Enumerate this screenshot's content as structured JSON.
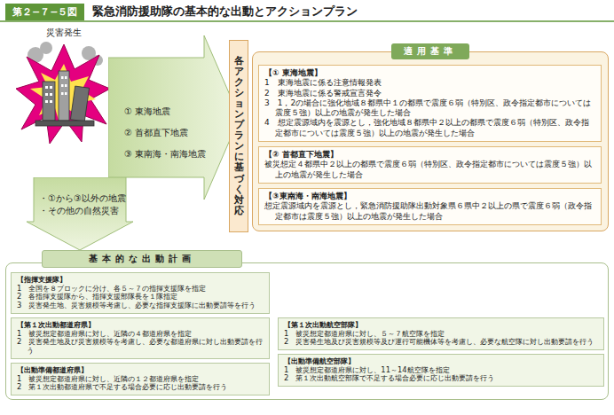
{
  "diagram": {
    "title": "緊急消防援助隊の基本的な出動とアクションプラン",
    "nodes": [
      {
        "text": [
          "① 東海地震",
          "② 首都直下地震",
          "③ 東南海・南海地震"
        ]
      },
      {
        "text": [
          "各アクションプランに基づく対応"
        ]
      },
      {
        "text": [
          "適用基準"
        ]
      },
      {
        "text": [
          "【① 東海地震】",
          "1　東海地震に係る注意情報発表",
          "2　東海地震に係る警戒宣言発令",
          "3　1，2の場合に強化地域８都県中１の都県で震度６弱（特別区、政令指定都市については震度５強）以上の地震が発生した場合",
          "4　想定震源域内を震源とし，強化地域８都県中２以上の都県で震度６弱（特別区、政令指定都市については震度５強）以上の地震が発生した場合"
        ],
        "in": 2
      },
      {
        "text": [
          "【② 首都直下地震】",
          "被災想定４都県中２以上の都県で震度６弱（特別区、政令指定都市については震度５強）以上の地震が発生した場合"
        ],
        "in": 2
      },
      {
        "text": [
          "【③東南海・南海地震】",
          "想定震源域内を震源とし，緊急消防援助隊出動対象県６県中２以上の県で震度６弱（政令指定都市は震度５強）以上の地震が発生した場合"
        ],
        "in": 2
      },
      {
        "text": [
          "・①から③以外の地震",
          "・その他の自然災害"
        ]
      },
      {
        "text": [
          "基本的な出動計画"
        ]
      },
      {
        "text": [
          "【指揮支援隊】",
          "1　全国を８ブロックに分け、各５～７の指揮支援隊を指定",
          "2　各指揮支援隊から、指揮支援部隊長を１隊指定",
          "3　災害発生地、災害規模等考慮し、必要な指揮支援隊に出動要請等を行う"
        ],
        "in": 7
      },
      {
        "text": [
          "【第１次出動都道府県】",
          "1　被災想定都道府県に対し、近隣の４都道府県を指定",
          "2　災害発生地及び災害規模等を考慮し、必要な都道府県に対し出動要請を行う"
        ],
        "in": 7
      },
      {
        "text": [
          "【出動準備都道府県】",
          "1　被災想定都道府県に対し、近隣の１２都道府県を指定",
          "2　第１次出動都道府県で不足する場合必要に応じ出動要請を行う"
        ],
        "in": 7
      },
      {
        "text": [
          "【第１次出動航空部隊】",
          "1　被災想定都道府県に対し、５～７航空隊を指定",
          "2　災害発生地及び災害規模等及び運行可能機体等を考慮し、必要な航空隊に対し出動要請を行う"
        ],
        "in": 7
      },
      {
        "text": [
          "【出動準備航空部隊】",
          "1　被災想定都道府県に対し、11～14航空隊を指定",
          "2　第１次出動航空部隊で不足する場合必要に応じ出動要請を行う"
        ],
        "in": 7
      }
    ],
    "labels": [
      "第２−７−５図",
      "災害発生"
    ]
  }
}
